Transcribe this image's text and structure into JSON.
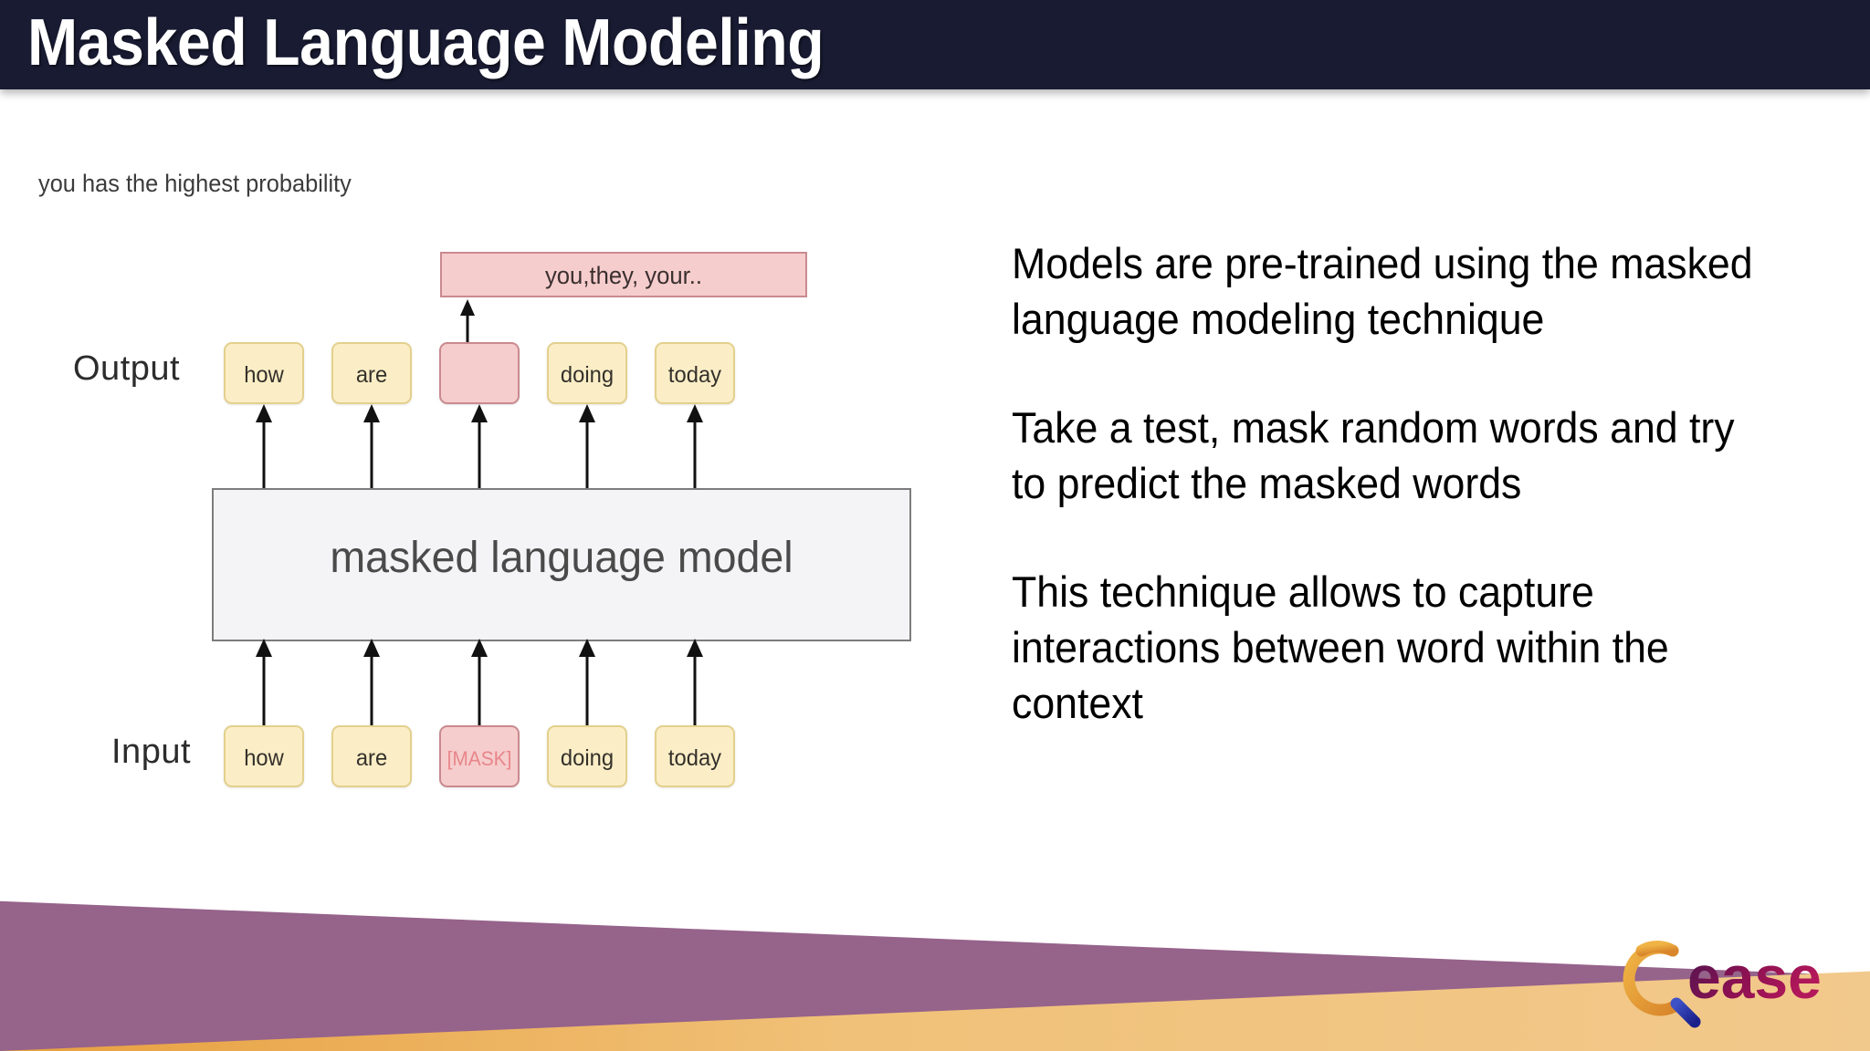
{
  "header": {
    "title": "Masked Language Modeling",
    "background_color": "#191B33",
    "text_color": "#FFFFFF"
  },
  "diagram": {
    "caption_note": "you has the highest probability",
    "prediction_box": {
      "text": "you,they, your..",
      "fill_color": "#F6CDCD",
      "border_color": "#C98A8F"
    },
    "output_label": "Output",
    "input_label": "Input",
    "model_label": "masked language model",
    "model_fill_color": "#F4F4F6",
    "model_border_color": "#7C7C7C",
    "token_fill_color": "#FBEEC6",
    "token_border_color": "#E3D08D",
    "mask_text_color": "#E8868A",
    "output_tokens": [
      {
        "label": "how",
        "state": "normal"
      },
      {
        "label": "are",
        "state": "normal"
      },
      {
        "label": "",
        "state": "blank-pink"
      },
      {
        "label": "doing",
        "state": "normal"
      },
      {
        "label": "today",
        "state": "normal"
      }
    ],
    "input_tokens": [
      {
        "label": "how",
        "state": "normal"
      },
      {
        "label": "are",
        "state": "normal"
      },
      {
        "label": "[MASK]",
        "state": "masked"
      },
      {
        "label": "doing",
        "state": "normal"
      },
      {
        "label": "today",
        "state": "normal"
      }
    ]
  },
  "body": {
    "paragraphs": [
      "Models are pre-trained using the masked language modeling technique",
      "Take a test, mask random words and try to predict the masked words",
      "This technique allows to capture interactions between word within the context"
    ]
  },
  "footer": {
    "purple_color": "#96638B",
    "orange_color": "#E8A03F",
    "logo_name": "sease-logo",
    "logo_text": "ease"
  }
}
